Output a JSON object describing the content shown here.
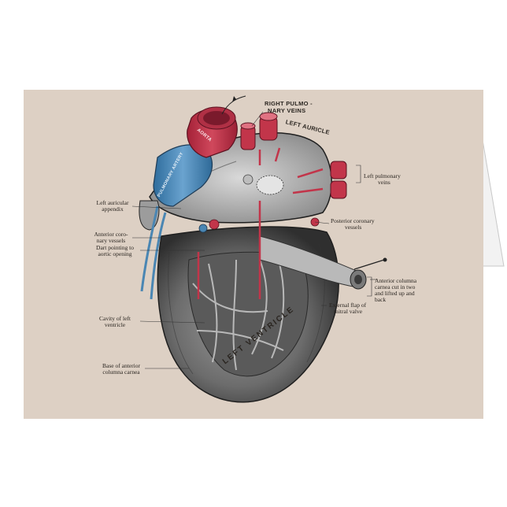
{
  "labels": {
    "right_pulmonary_veins_1": "RIGHT PULMO -",
    "right_pulmonary_veins_2": "NARY VEINS",
    "left_auricle": "LEFT AURICLE",
    "aorta": "AORTA",
    "pulmonary_artery": "PULMONARY ARTERY",
    "left_pulmonary_veins_1": "Left pulmonary",
    "left_pulmonary_veins_2": "veins",
    "left_auricular_appendix_1": "Left auricular",
    "left_auricular_appendix_2": "appendix",
    "posterior_coronary_1": "Posterior coronary",
    "posterior_coronary_2": "vessels",
    "anterior_coronary_1": "Anterior coro-",
    "anterior_coronary_2": "nary vessels",
    "dart_1": "Dart pointing to",
    "dart_2": "aortic opening",
    "anterior_columna_1": "Anterior columna",
    "anterior_columna_2": "carnea cut in two",
    "anterior_columna_3": "and lifted up and",
    "anterior_columna_4": "back",
    "external_flap_1": "External flap of",
    "external_flap_2": "mitral valve",
    "cavity_1": "Cavity of left",
    "cavity_2": "ventricle",
    "base_1": "Base of anterior",
    "base_2": "columna carnea",
    "left_ventricle": "LEFT VENTRICLE"
  },
  "colors": {
    "background": "#ffffff",
    "card": "#ddd0c4",
    "aorta_red": "#c2354a",
    "pulmonary_blue": "#4a86b3",
    "ink": "#2a2520"
  }
}
